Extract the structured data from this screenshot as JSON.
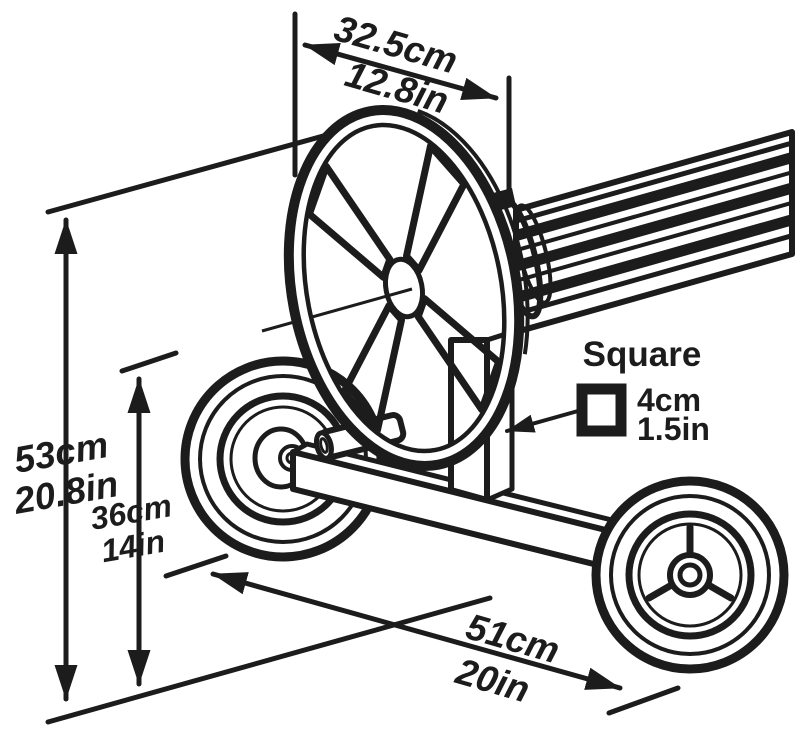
{
  "diagram": {
    "type": "dimension-line-drawing",
    "subject": "pool cover reel cart with hand wheel, reel tube and two wheels",
    "ink_color": "#1c1c1c",
    "background_color": "#ffffff",
    "dimensions": {
      "top_width": {
        "cm": "32.5cm",
        "in": "12.8in"
      },
      "total_height": {
        "cm": "53cm",
        "in": "20.8in"
      },
      "axle_height": {
        "cm": "36cm",
        "in": "14in"
      },
      "base_width": {
        "cm": "51cm",
        "in": "20in"
      },
      "tube_profile": {
        "label": "Square",
        "cm": "4cm",
        "in": "1.5in"
      }
    }
  }
}
